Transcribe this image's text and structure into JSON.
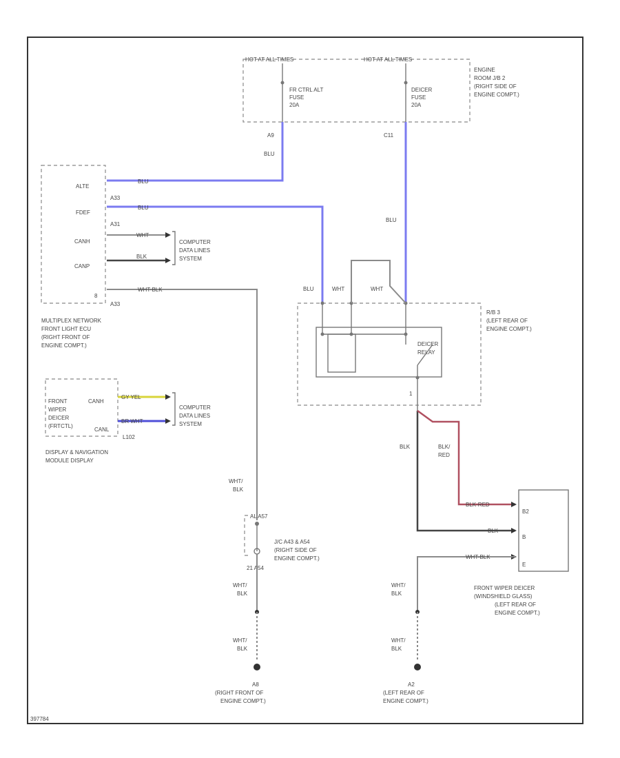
{
  "fusebox": {
    "hot_left": "HOT AT ALL TIMES",
    "hot_right": "HOT AT ALL TIMES",
    "fuse1": [
      "FR CTRL ALT",
      "FUSE",
      "20A"
    ],
    "fuse2": [
      "DEICER",
      "FUSE",
      "20A"
    ],
    "name": [
      "ENGINE",
      "ROOM J/B 2",
      "(RIGHT SIDE OF",
      "ENGINE COMPT.)"
    ],
    "pin1": "A9",
    "pin2": "C11"
  },
  "ecu": {
    "pins": [
      "ALTE",
      "FDEF",
      "CANH",
      "CANP"
    ],
    "pin_ids": [
      "A33",
      "A31"
    ],
    "pin_bottom": "8",
    "pin_bottom_id": "A33",
    "name": [
      "MULTIPLEX NETWORK",
      "FRONT LIGHT ECU",
      "(RIGHT FRONT OF",
      "ENGINE COMPT.)"
    ]
  },
  "can": {
    "label": [
      "COMPUTER",
      "DATA LINES",
      "SYSTEM"
    ],
    "label2": [
      "COMPUTER",
      "DATA LINES",
      "SYSTEM"
    ],
    "wire_canh": "WHT",
    "wire_canl": "BLK",
    "wire_gy": "GY YEL",
    "wire_bl": "BR WHT"
  },
  "display": {
    "inner": [
      "FRONT",
      "WIPER",
      "DEICER",
      "(FRTCTL)"
    ],
    "pin_canh": "CANH",
    "pin_canl": "CANL",
    "pin_id": "L102",
    "name": [
      "DISPLAY & NAVIGATION",
      "MODULE DISPLAY"
    ]
  },
  "relay": {
    "rb_name": [
      "R/B 3",
      "(LEFT REAR OF",
      "ENGINE COMPT.)"
    ],
    "name": [
      "DEICER",
      "RELAY"
    ],
    "pin": "1"
  },
  "wires": {
    "blu_a": "BLU",
    "blu_b": "BLU",
    "blu_alte": "BLU",
    "blu_fdef": "BLU",
    "blu_relay": "BLU",
    "wht_relay": "WHT",
    "wht_relay2": "WHT",
    "wht_blk": "WHT-BLK",
    "wht_blk_gnd": [
      "WHT/",
      "BLK"
    ],
    "wht_blk_gnd2": [
      "WHT/",
      "BLK"
    ],
    "wht_blk_gnd3": [
      "WHT/",
      "BLK"
    ],
    "wht_blk_r1": [
      "WHT/",
      "BLK"
    ],
    "wht_blk_r2": [
      "WHT/",
      "BLK"
    ],
    "blk": "BLK",
    "blk_red": [
      "BLK/",
      "RED"
    ],
    "blk_red_in": "BLK-RED",
    "blk_in": "BLK",
    "wht_blk_in": "WHT-BLK"
  },
  "jc": {
    "pins_top": "AL  A57",
    "name": [
      "J/C A43 & A54",
      "(RIGHT SIDE OF",
      "ENGINE COMPT.)"
    ],
    "pins_bot": "21  A54"
  },
  "deicer": {
    "pins": [
      "B2",
      "B",
      "E"
    ],
    "name": [
      "FRONT WIPER DEICER",
      "(WINDSHIELD GLASS)",
      "(LEFT REAR OF",
      "ENGINE COMPT.)"
    ]
  },
  "grounds": {
    "g1": [
      "A8",
      "(RIGHT FRONT OF",
      "ENGINE COMPT.)"
    ],
    "g2": [
      "A2",
      "(LEFT REAR OF",
      "ENGINE COMPT.)"
    ]
  },
  "footer": "397784"
}
